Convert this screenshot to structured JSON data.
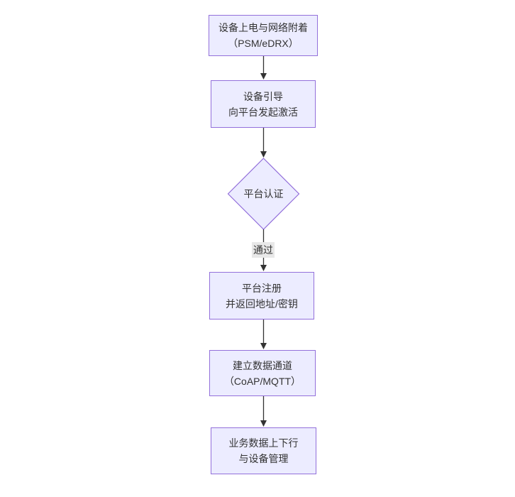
{
  "diagram": {
    "type": "flowchart",
    "direction": "top-down",
    "nodes": [
      {
        "id": "power-attach",
        "shape": "rect",
        "line1": "设备上电与网络附着",
        "line2": "（PSM/eDRX）"
      },
      {
        "id": "bootstrap",
        "shape": "rect",
        "line1": "设备引导",
        "line2": "向平台发起激活"
      },
      {
        "id": "platform-auth",
        "shape": "diamond",
        "line1": "平台认证",
        "line2": ""
      },
      {
        "id": "platform-register",
        "shape": "rect",
        "line1": "平台注册",
        "line2": "并返回地址/密钥"
      },
      {
        "id": "data-channel",
        "shape": "rect",
        "line1": "建立数据通道",
        "line2": "（CoAP/MQTT）"
      },
      {
        "id": "business-data",
        "shape": "rect",
        "line1": "业务数据上下行",
        "line2": "与设备管理"
      }
    ],
    "edges": [
      {
        "from": "power-attach",
        "to": "bootstrap",
        "label": ""
      },
      {
        "from": "bootstrap",
        "to": "platform-auth",
        "label": ""
      },
      {
        "from": "platform-auth",
        "to": "platform-register",
        "label": "通过"
      },
      {
        "from": "platform-register",
        "to": "data-channel",
        "label": ""
      },
      {
        "from": "data-channel",
        "to": "business-data",
        "label": ""
      }
    ],
    "colors": {
      "node_fill": "#ECECFF",
      "node_border": "#9370DB",
      "edge_line": "#333333",
      "text": "#333333",
      "edge_label_bg": "#e8e8e8"
    }
  }
}
